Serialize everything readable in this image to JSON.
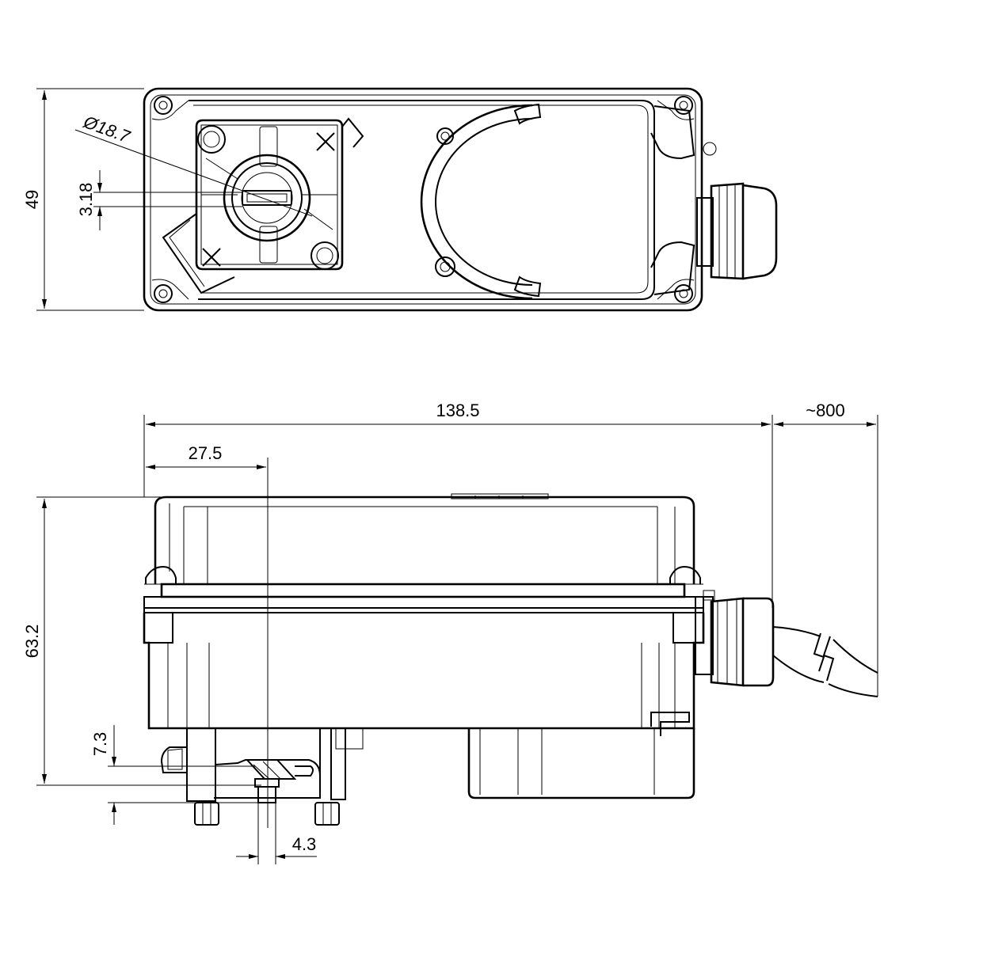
{
  "drawing": {
    "views": [
      "top-view",
      "side-view"
    ],
    "dimensions": {
      "height_top": "49",
      "diameter": "Ø18.7",
      "slot_width": "3.18",
      "overall_length": "138.5",
      "cable_length": "~800",
      "shaft_offset": "27.5",
      "overall_height": "63.2",
      "clip_height": "7.3",
      "shaft_width": "4.3"
    },
    "line_color": "#000000",
    "background": "#ffffff"
  }
}
